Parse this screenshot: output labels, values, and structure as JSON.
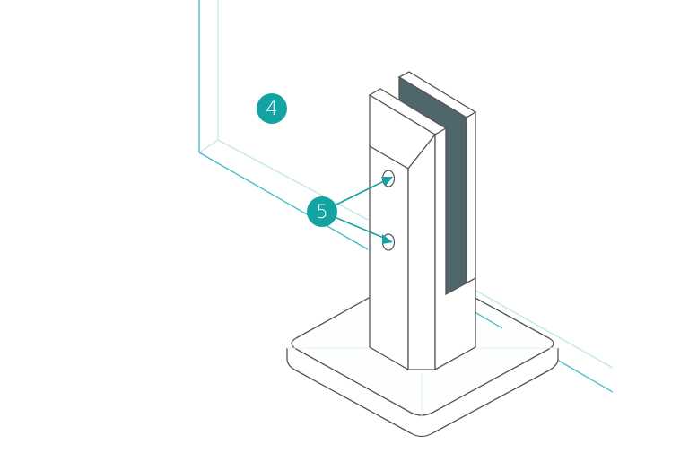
{
  "diagram": {
    "description": "Isometric illustration of a glass spigot clamp post on a square base plate, mounted in front of a glass panel",
    "colors": {
      "glass_line": "#3cbcc4",
      "glass_line_light": "#bfe7ea",
      "callout_fill": "#14a3a3",
      "gasket_fill": "#4f676a",
      "outline": "#555555",
      "background": "#ffffff"
    },
    "callouts": [
      {
        "id": "4",
        "label": "4",
        "target": "glass panel"
      },
      {
        "id": "5",
        "label": "5",
        "target": "fixing holes (2 arrows)"
      }
    ],
    "parts": [
      "glass-panel",
      "clamp-post",
      "rubber-gasket",
      "base-plate",
      "fixing-hole-upper",
      "fixing-hole-lower"
    ]
  }
}
